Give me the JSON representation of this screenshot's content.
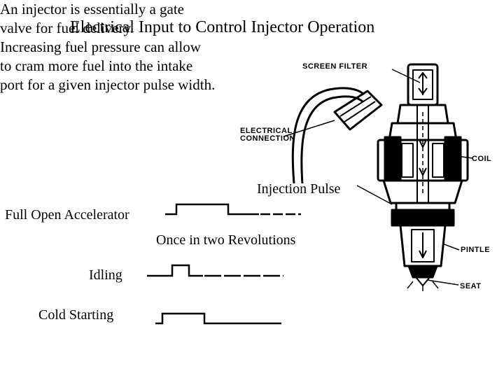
{
  "title": "Electrical Input to Control Injector Operation",
  "description_lines": [
    "An injector is essentially a gate",
    "valve for fuel delivery.",
    "Increasing fuel pressure can allow",
    "to cram more fuel into the intake",
    "port for a given injector pulse width."
  ],
  "labels": {
    "injection_pulse": "Injection Pulse",
    "full_open": "Full Open Accelerator",
    "once_two_rev": "Once in two Revolutions",
    "idling": "Idling",
    "cold_starting": "Cold Starting"
  },
  "injector_labels": {
    "screen_filter": "SCREEN FILTER",
    "electrical_line1": "ELECTRICAL",
    "electrical_line2": "CONNECTION",
    "coil": "COIL",
    "pintle": "PINTLE",
    "seat": "SEAT"
  },
  "colors": {
    "ink": "#000000",
    "background": "#ffffff"
  }
}
